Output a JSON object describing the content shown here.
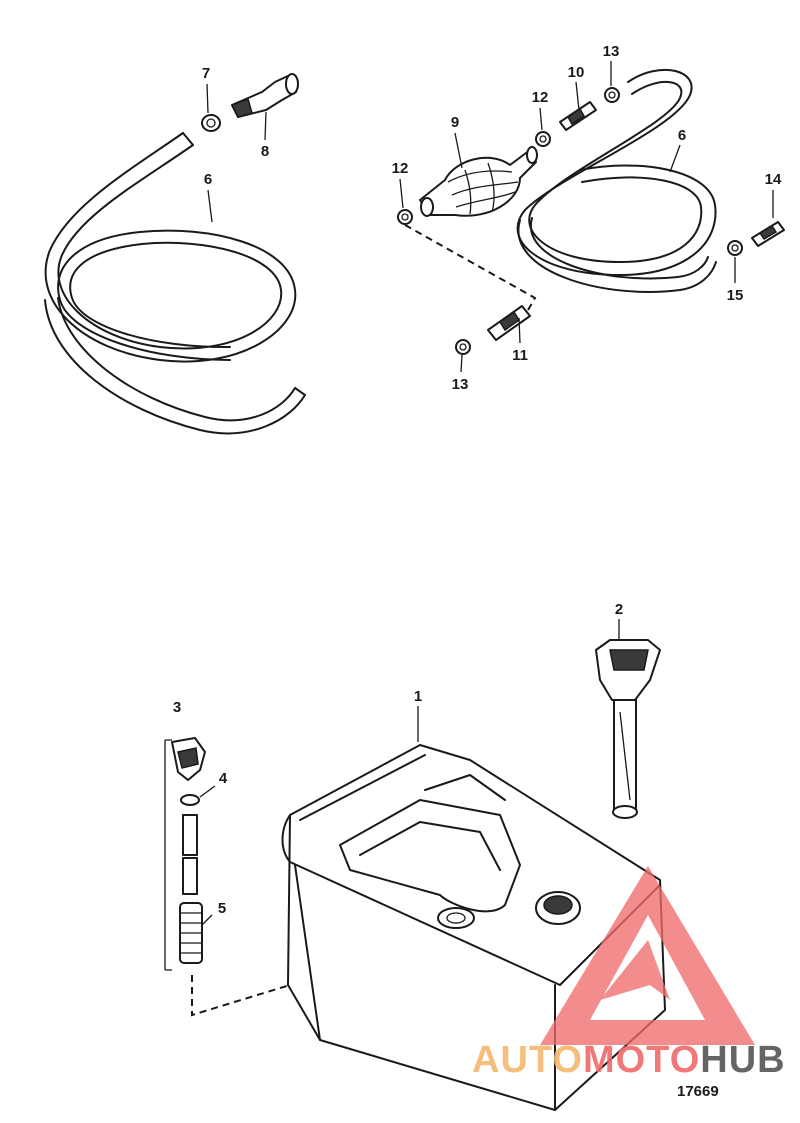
{
  "callouts": {
    "c1": "1",
    "c2": "2",
    "c3": "3",
    "c4": "4",
    "c5": "5",
    "c6a": "6",
    "c6b": "6",
    "c7": "7",
    "c8": "8",
    "c9": "9",
    "c10": "10",
    "c11": "11",
    "c12a": "12",
    "c12b": "12",
    "c13a": "13",
    "c13b": "13",
    "c14": "14",
    "c15": "15"
  },
  "figure_id": "17669",
  "watermark": {
    "part1": "AUTO",
    "part2": "MOTO",
    "part3": "HUB",
    "color_primary": "#f06a6a",
    "color_secondary": "#f5b870",
    "color_dark": "#555555"
  }
}
